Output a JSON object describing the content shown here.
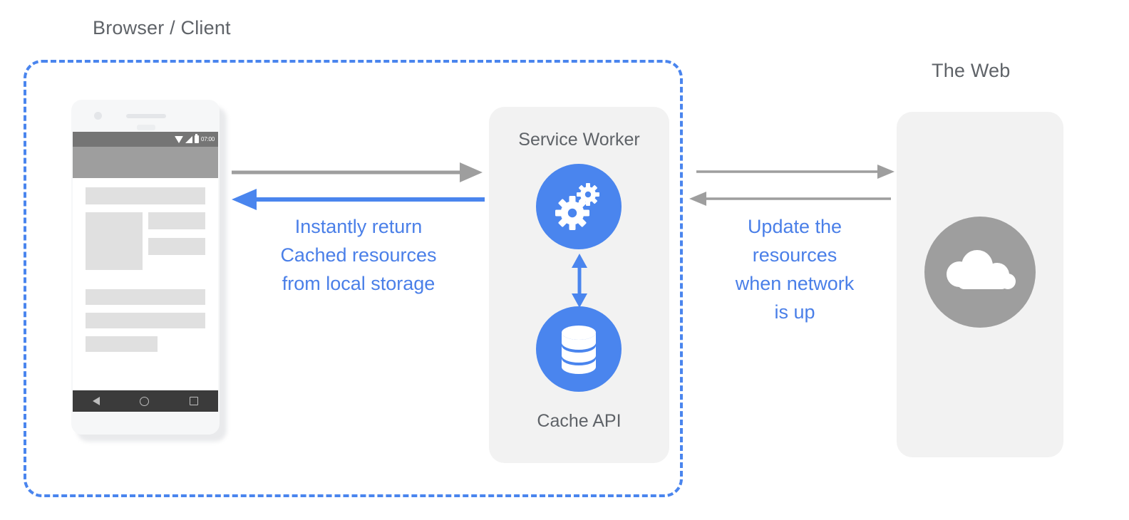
{
  "diagram": {
    "title_browser": "Browser / Client",
    "title_web": "The Web",
    "accent_blue": "#4a85ee",
    "gray": "#9e9e9e",
    "panel_bg": "#f2f2f2"
  },
  "phone": {
    "status_time": "07:00",
    "icons": [
      "wifi-icon",
      "signal-icon",
      "battery-icon"
    ],
    "nav_icons": [
      "back-icon",
      "home-icon",
      "recents-icon"
    ]
  },
  "service_worker": {
    "label": "Service Worker",
    "icon": "gears-icon"
  },
  "cache": {
    "label": "Cache API",
    "icon": "database-icon"
  },
  "web": {
    "label": "The Web",
    "icon": "cloud-icon"
  },
  "annotations": {
    "left": "Instantly return\nCached resources\nfrom local storage",
    "right": "Update the\nresources\nwhen network\nis up"
  },
  "arrows": {
    "client_to_sw": {
      "label": "request",
      "color": "#9e9e9e",
      "direction": "right"
    },
    "sw_to_client": {
      "label": "cached-response",
      "color": "#4a85ee",
      "direction": "left"
    },
    "sw_to_web": {
      "label": "network-request",
      "color": "#9e9e9e",
      "direction": "right"
    },
    "web_to_sw": {
      "label": "network-response",
      "color": "#9e9e9e",
      "direction": "left"
    },
    "sw_to_cache": {
      "label": "read-write",
      "color": "#4a85ee",
      "direction": "both"
    }
  }
}
